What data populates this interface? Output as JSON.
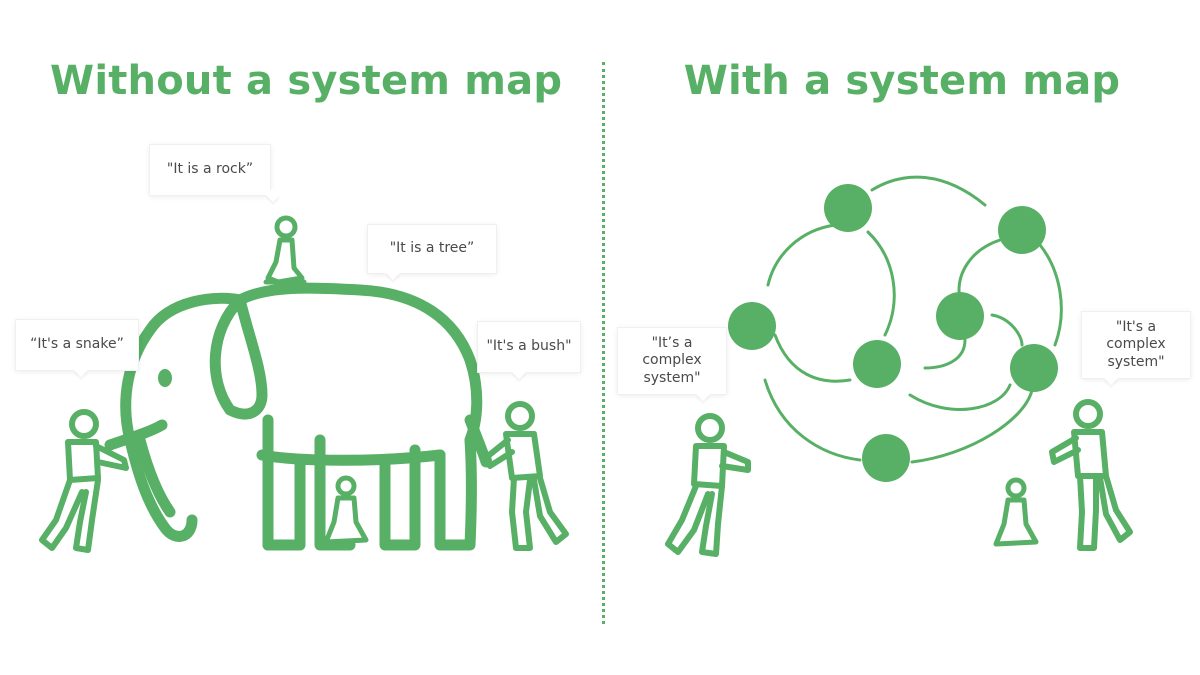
{
  "accent_color": "#57b065",
  "left_panel": {
    "title": "Without a system map",
    "quotes": {
      "rock": "\"It is a rock”",
      "tree": "\"It is a tree”",
      "snake": "“It's a snake”",
      "bush": "\"It's a bush\""
    }
  },
  "right_panel": {
    "title": "With a system map",
    "quotes": {
      "left_person": "\"It’s a complex system\"",
      "right_person": "\"It's a complex system\""
    }
  },
  "icons": [
    "elephant-icon",
    "person-icon",
    "network-node-icon"
  ]
}
